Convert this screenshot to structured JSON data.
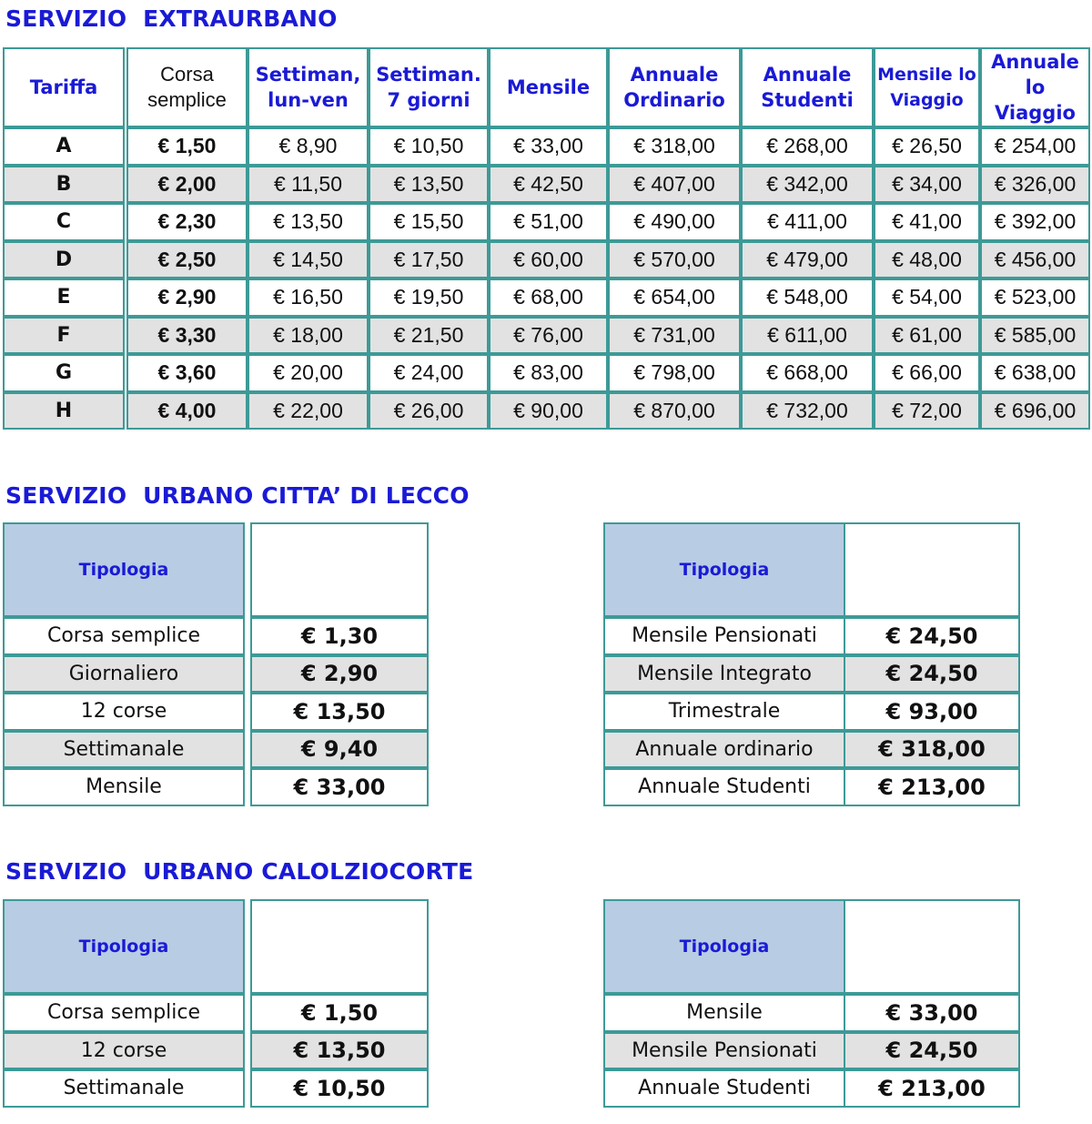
{
  "extraurbano": {
    "title": "SERVIZIO  EXTRAURBANO",
    "headers": [
      "Tariffa",
      "Corsa semplice",
      "Settiman, lun-ven",
      "Settiman. 7 giorni",
      "Mensile",
      "Annuale Ordinario",
      "Annuale Studenti",
      "Mensile lo Viaggio",
      "Annuale lo Viaggio"
    ],
    "rows": [
      [
        "A",
        "€ 1,50",
        "€ 8,90",
        "€ 10,50",
        "€ 33,00",
        "€ 318,00",
        "€ 268,00",
        "€ 26,50",
        "€ 254,00"
      ],
      [
        "B",
        "€ 2,00",
        "€ 11,50",
        "€ 13,50",
        "€ 42,50",
        "€ 407,00",
        "€ 342,00",
        "€ 34,00",
        "€ 326,00"
      ],
      [
        "C",
        "€ 2,30",
        "€ 13,50",
        "€ 15,50",
        "€ 51,00",
        "€ 490,00",
        "€ 411,00",
        "€ 41,00",
        "€ 392,00"
      ],
      [
        "D",
        "€ 2,50",
        "€ 14,50",
        "€ 17,50",
        "€ 60,00",
        "€ 570,00",
        "€ 479,00",
        "€ 48,00",
        "€ 456,00"
      ],
      [
        "E",
        "€ 2,90",
        "€ 16,50",
        "€ 19,50",
        "€ 68,00",
        "€ 654,00",
        "€ 548,00",
        "€ 54,00",
        "€ 523,00"
      ],
      [
        "F",
        "€ 3,30",
        "€ 18,00",
        "€ 21,50",
        "€ 76,00",
        "€ 731,00",
        "€ 611,00",
        "€ 61,00",
        "€ 585,00"
      ],
      [
        "G",
        "€ 3,60",
        "€ 20,00",
        "€ 24,00",
        "€ 83,00",
        "€ 798,00",
        "€ 668,00",
        "€ 66,00",
        "€ 638,00"
      ],
      [
        "H",
        "€ 4,00",
        "€ 22,00",
        "€ 26,00",
        "€ 90,00",
        "€ 870,00",
        "€ 732,00",
        "€ 72,00",
        "€ 696,00"
      ]
    ]
  },
  "lecco": {
    "title": "SERVIZIO  URBANO CITTA’ DI LECCO",
    "left": {
      "header": "Tipologia",
      "rows": [
        [
          "Corsa semplice",
          "€ 1,30"
        ],
        [
          "Giornaliero",
          "€ 2,90"
        ],
        [
          "12 corse",
          "€ 13,50"
        ],
        [
          "Settimanale",
          "€ 9,40"
        ],
        [
          "Mensile",
          "€ 33,00"
        ]
      ]
    },
    "right": {
      "header": "Tipologia",
      "rows": [
        [
          "Mensile Pensionati",
          "€ 24,50"
        ],
        [
          "Mensile Integrato",
          "€ 24,50"
        ],
        [
          "Trimestrale",
          "€ 93,00"
        ],
        [
          "Annuale ordinario",
          "€ 318,00"
        ],
        [
          "Annuale Studenti",
          "€ 213,00"
        ]
      ]
    }
  },
  "calolziocorte": {
    "title": "SERVIZIO  URBANO CALOLZIOCORTE",
    "left": {
      "header": "Tipologia",
      "rows": [
        [
          "Corsa semplice",
          "€ 1,50"
        ],
        [
          "12 corse",
          "€ 13,50"
        ],
        [
          "Settimanale",
          "€ 10,50"
        ]
      ]
    },
    "right": {
      "header": "Tipologia",
      "rows": [
        [
          "Mensile",
          "€ 33,00"
        ],
        [
          "Mensile Pensionati",
          "€ 24,50"
        ],
        [
          "Annuale Studenti",
          "€ 213,00"
        ]
      ]
    }
  },
  "colors": {
    "accent": "#1a1ad6",
    "border": "#3d9a97",
    "header_fill": "#b8cce4",
    "stripe": "#e2e2e2"
  }
}
